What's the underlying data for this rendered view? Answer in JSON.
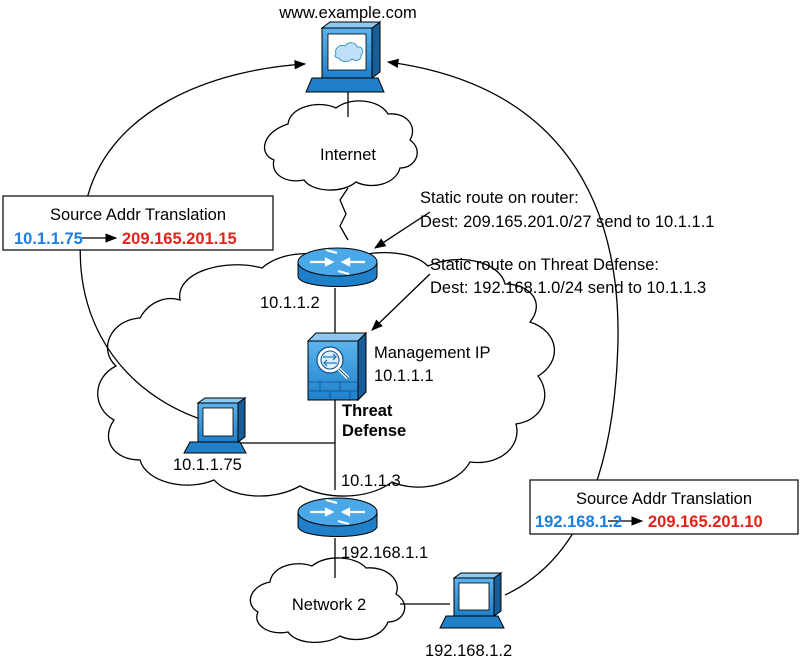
{
  "nodes": {
    "web_server_label": "www.example.com",
    "internet_label": "Internet",
    "router_top_ip": "10.1.1.2",
    "threat_defense_label_line1": "Threat",
    "threat_defense_label_line2": "Defense",
    "management_ip_label": "Management IP",
    "management_ip": "10.1.1.1",
    "host_inside_ip": "10.1.1.75",
    "router_bottom_inside_ip": "10.1.1.3",
    "router_bottom_outside_ip": "192.168.1.1",
    "network2_label": "Network 2",
    "host_network2_ip": "192.168.1.2"
  },
  "annotations": {
    "static_route_router_title": "Static route on router:",
    "static_route_router_detail": "Dest: 209.165.201.0/27 send to 10.1.1.1",
    "static_route_td_title": "Static route on Threat Defense:",
    "static_route_td_detail": "Dest: 192.168.1.0/24 send to 10.1.1.3"
  },
  "translations": {
    "left": {
      "title": "Source Addr Translation",
      "from": "10.1.1.75",
      "to": "209.165.201.15"
    },
    "right": {
      "title": "Source Addr Translation",
      "from": "192.168.1.2",
      "to": "209.165.201.10"
    }
  },
  "colors": {
    "source_ip": "#1a7fe0",
    "translated_ip": "#e2231a",
    "device_blue": "#2d8fd6"
  }
}
